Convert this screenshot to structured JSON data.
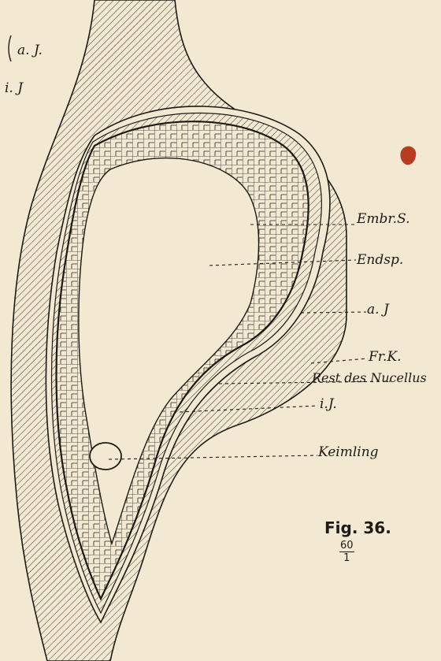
{
  "figure": {
    "caption": "Fig. 36.",
    "scale_numerator": "60",
    "scale_denominator": "1"
  },
  "labels": {
    "outer_integument_top": "a. J.",
    "inner_integument_top": "i. J",
    "embryo_sac": "Embr.S.",
    "endosperm": "Endsp.",
    "outer_integument": "a. J",
    "fruit_coat": "Fr.K.",
    "nucellus_remnant": "Rest des Nucellus",
    "inner_integument": "i.J.",
    "embryo": "Keimling"
  },
  "colors": {
    "paper": "#f3e9d2",
    "ink": "#1c1a16",
    "stain": "#b83c22"
  }
}
